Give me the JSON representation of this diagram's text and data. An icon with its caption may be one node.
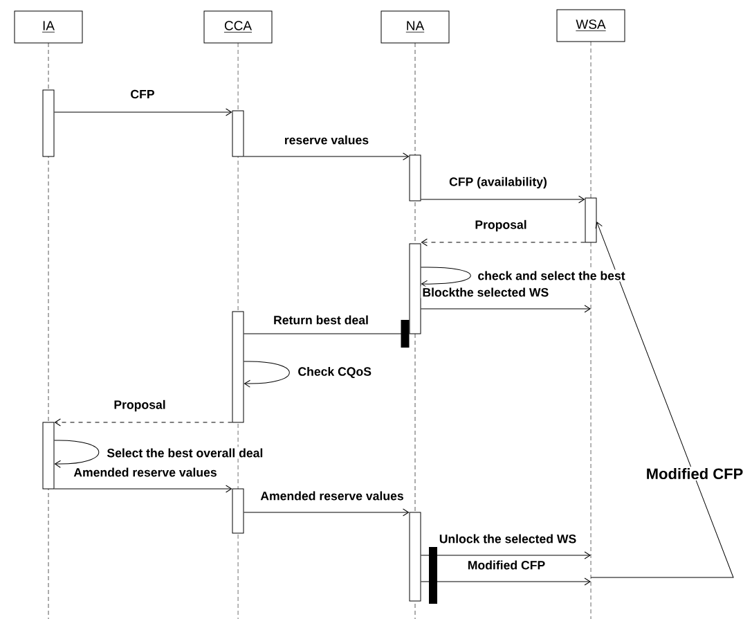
{
  "diagram": {
    "nodes": [
      {
        "text": [
          "IA"
        ]
      },
      {
        "text": [
          "CCA"
        ]
      },
      {
        "text": [
          "NA"
        ]
      },
      {
        "text": [
          "WSA"
        ]
      },
      {
        "text": [],
        "shape": "bar"
      },
      {
        "text": [],
        "shape": "bar"
      },
      {
        "text": [],
        "shape": "bar"
      },
      {
        "text": [],
        "shape": "bar"
      },
      {
        "text": [],
        "shape": "bar"
      },
      {
        "text": [],
        "shape": "bar"
      },
      {
        "text": [],
        "shape": "bar"
      },
      {
        "text": [],
        "shape": "bar"
      },
      {
        "text": [],
        "shape": "bar"
      }
    ],
    "edges": [
      {
        "from": 4,
        "to": 5,
        "arrow": "to",
        "label": "CFP"
      },
      {
        "from": 5,
        "to": 6,
        "arrow": "to",
        "label": "reserve values"
      },
      {
        "from": 6,
        "to": 7,
        "arrow": "to",
        "label": "CFP (availability)"
      },
      {
        "from": 7,
        "to": 8,
        "arrow": "to",
        "label": "Proposal",
        "style": "dashed"
      },
      {
        "from": 8,
        "to": 8,
        "arrow": "to",
        "label": "check and select the best"
      },
      {
        "from": 8,
        "to": null,
        "arrow": "to",
        "label": "Blockthe selected WS"
      },
      {
        "from": 8,
        "to": 9,
        "arrow": "other",
        "label": "Return best deal"
      },
      {
        "from": 9,
        "to": 9,
        "arrow": "to",
        "label": "Check CQoS"
      },
      {
        "from": 9,
        "to": 10,
        "arrow": "to",
        "label": "Proposal",
        "style": "dashed"
      },
      {
        "from": 10,
        "to": 10,
        "arrow": "to",
        "label": "Select the best overall deal"
      },
      {
        "from": 10,
        "to": 11,
        "arrow": "to",
        "label": "Amended reserve values"
      },
      {
        "from": 11,
        "to": 12,
        "arrow": "to",
        "label": "Amended reserve values"
      },
      {
        "from": 12,
        "to": null,
        "arrow": "to",
        "label": "Unlock the selected WS"
      },
      {
        "from": 12,
        "to": null,
        "arrow": "to",
        "label": "Modified CFP"
      },
      {
        "from": null,
        "to": 7,
        "arrow": "to",
        "label": "Modified CFP"
      }
    ]
  }
}
